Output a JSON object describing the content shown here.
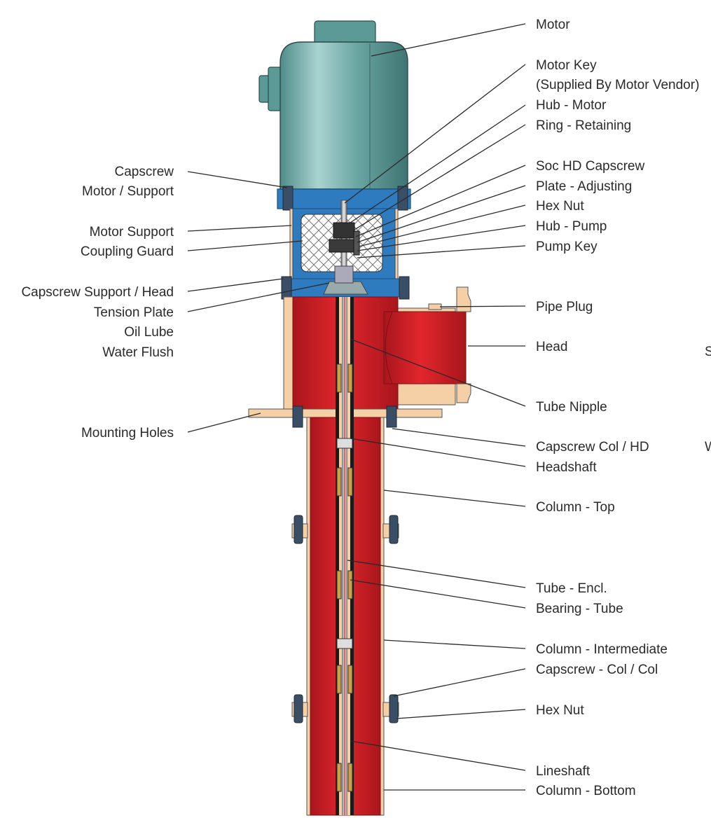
{
  "diagram": {
    "labels_left": {
      "capscrew_1": "Capscrew",
      "capscrew_2": "Motor / Support",
      "motor_support": "Motor Support",
      "coupling_guard": "Coupling Guard",
      "capscrew_support_head": "Capscrew Support / Head",
      "tension_plate": "Tension Plate",
      "oil_lube": "Oil Lube",
      "water_flush": "Water Flush",
      "mounting_holes": "Mounting Holes"
    },
    "labels_right": {
      "motor": "Motor",
      "motor_key_1": "Motor Key",
      "motor_key_2": "(Supplied By Motor Vendor)",
      "hub_motor": "Hub - Motor",
      "ring_retaining": "Ring - Retaining",
      "soc_hd_capscrew": "Soc HD Capscrew",
      "plate_adjusting": "Plate - Adjusting",
      "hex_nut_top": "Hex Nut",
      "hub_pump": "Hub - Pump",
      "pump_key": "Pump Key",
      "pipe_plug": "Pipe Plug",
      "head": "Head",
      "tube_nipple": "Tube Nipple",
      "capscrew_col_hd": "Capscrew Col / HD",
      "headshaft": "Headshaft",
      "column_top": "Column - Top",
      "tube_encl": "Tube - Encl.",
      "bearing_tube": "Bearing - Tube",
      "column_intermediate": "Column - Intermediate",
      "capscrew_col_col": "Capscrew - Col / Col",
      "hex_nut_bottom": "Hex Nut",
      "lineshaft": "Lineshaft",
      "column_bottom": "Column - Bottom"
    },
    "cut_off": {
      "s": "S",
      "w": "W"
    }
  },
  "colors": {
    "motor": "#5c9a97",
    "motor_dark": "#3f7472",
    "support_blue": "#2f7bc0",
    "red": "#d42027",
    "red_dark": "#a8161c",
    "tan": "#f5cfa6",
    "line": "#2a2a2a"
  }
}
